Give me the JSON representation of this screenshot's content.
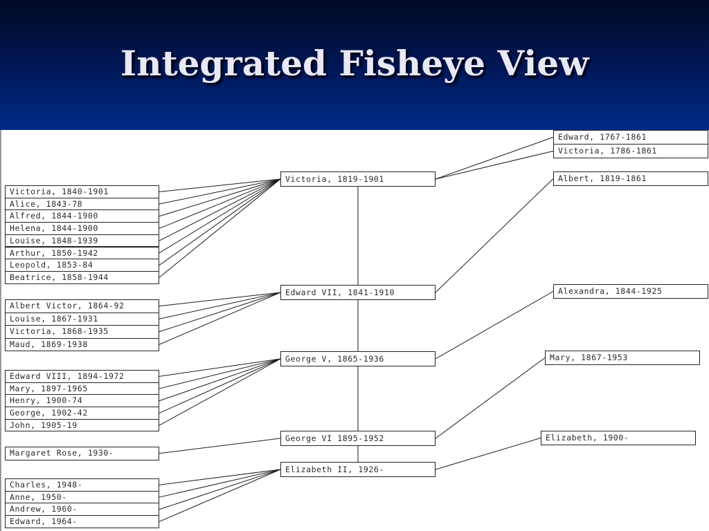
{
  "title": "Integrated Fisheye View",
  "main_line": [
    {
      "id": "victoria",
      "label": "Victoria, 1819-1901"
    },
    {
      "id": "edward7",
      "label": "Edward VII, 1841-1910"
    },
    {
      "id": "george5",
      "label": "George V, 1865-1936"
    },
    {
      "id": "george6",
      "label": "George VI 1895-1952"
    },
    {
      "id": "elizabeth2",
      "label": "Elizabeth II, 1926-"
    }
  ],
  "ancestors": [
    {
      "id": "edward-1767",
      "label": "Edward, 1767-1861",
      "child": "victoria"
    },
    {
      "id": "victoria-1786",
      "label": "Victoria, 1786-1861",
      "child": "victoria"
    },
    {
      "id": "albert",
      "label": "Albert, 1819-1861",
      "child": "edward7"
    },
    {
      "id": "alexandra",
      "label": "Alexandra, 1844-1925",
      "child": "george5"
    },
    {
      "id": "mary-1867",
      "label": "Mary, 1867-1953",
      "child": "george6"
    },
    {
      "id": "elizabeth-1900",
      "label": "Elizabeth, 1900-",
      "child": "elizabeth2"
    }
  ],
  "children_groups": [
    {
      "parent": "victoria",
      "children": [
        "Victoria, 1840-1901",
        "Alice, 1843-78",
        "Alfred, 1844-1900",
        "Helena, 1844-1900",
        "Louise, 1848-1939",
        "Arthur, 1850-1942",
        "Leopold, 1853-84",
        "Beatrice, 1858-1944"
      ]
    },
    {
      "parent": "edward7",
      "children": [
        "Albert Victor, 1864-92",
        "Louise, 1867-1931",
        "Victoria, 1868-1935",
        "Maud, 1869-1938"
      ]
    },
    {
      "parent": "george5",
      "children": [
        "Edward VIII, 1894-1972",
        "Mary, 1897-1965",
        "Henry, 1900-74",
        "George, 1902-42",
        "John, 1905-19"
      ]
    },
    {
      "parent": "george6",
      "children": [
        "Margaret Rose, 1930-"
      ]
    },
    {
      "parent": "elizabeth2",
      "children": [
        "Charles, 1948-",
        "Anne, 1950-",
        "Andrew, 1960-",
        "Edward, 1964-"
      ]
    }
  ]
}
